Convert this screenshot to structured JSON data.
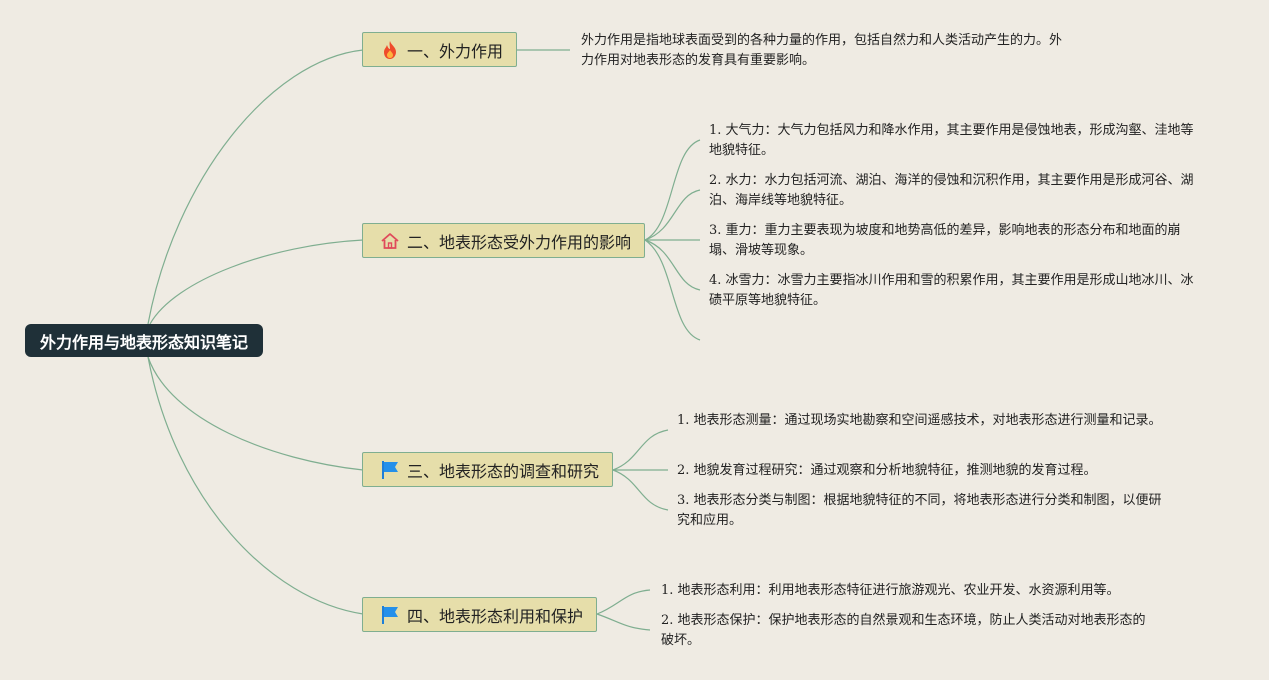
{
  "root": {
    "title": "外力作用与地表形态知识笔记"
  },
  "branches": [
    {
      "label": "一、外力作用",
      "icon": "fire-icon",
      "notes": [
        "外力作用是指地球表面受到的各种力量的作用，包括自然力和人类活动产生的力。外力作用对地表形态的发育具有重要影响。"
      ]
    },
    {
      "label": "二、地表形态受外力作用的影响",
      "icon": "house-icon",
      "notes": [
        "1. 大气力：大气力包括风力和降水作用，其主要作用是侵蚀地表，形成沟壑、洼地等地貌特征。",
        "2. 水力：水力包括河流、湖泊、海洋的侵蚀和沉积作用，其主要作用是形成河谷、湖泊、海岸线等地貌特征。",
        "3. 重力：重力主要表现为坡度和地势高低的差异，影响地表的形态分布和地面的崩塌、滑坡等现象。",
        "4. 冰雪力：冰雪力主要指冰川作用和雪的积累作用，其主要作用是形成山地冰川、冰碛平原等地貌特征。"
      ]
    },
    {
      "label": "三、地表形态的调查和研究",
      "icon": "flag-icon",
      "notes": [
        "1. 地表形态测量：通过现场实地勘察和空间遥感技术，对地表形态进行测量和记录。",
        "2. 地貌发育过程研究：通过观察和分析地貌特征，推测地貌的发育过程。",
        "3. 地表形态分类与制图：根据地貌特征的不同，将地表形态进行分类和制图，以便研究和应用。"
      ]
    },
    {
      "label": "四、地表形态利用和保护",
      "icon": "flag-icon",
      "notes": [
        "1. 地表形态利用：利用地表形态特征进行旅游观光、农业开发、水资源利用等。",
        "2. 地表形态保护：保护地表形态的自然景观和生态环境，防止人类活动对地表形态的破坏。"
      ]
    }
  ],
  "colors": {
    "line": "#7fae90",
    "branch_fill": "#e6deaa",
    "root_fill": "#1f3038"
  }
}
